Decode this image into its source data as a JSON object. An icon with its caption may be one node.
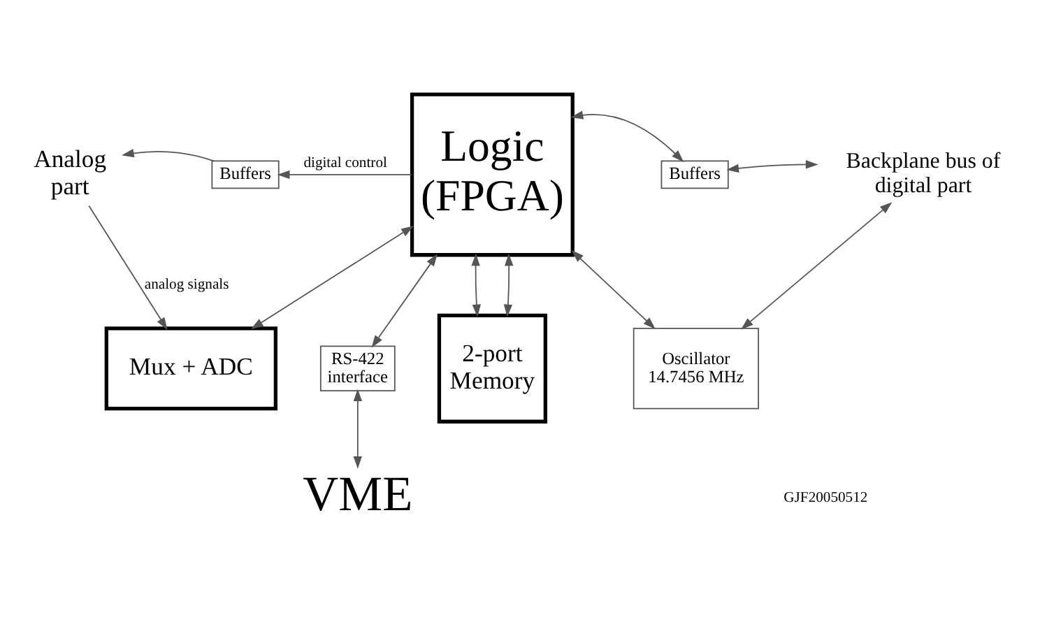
{
  "diagram": {
    "nodes": [
      {
        "text": [
          "Analog part"
        ]
      },
      {
        "text": [
          "Mux + ADC"
        ]
      },
      {
        "text": [
          "2-port Memory"
        ]
      },
      {
        "text": [
          "Oscillator 14.7456 MHz"
        ]
      },
      {
        "text": [
          "Logic (FPGA)"
        ]
      },
      {
        "text": [
          "Buffers"
        ]
      },
      {
        "text": [
          "Buffers"
        ]
      },
      {
        "text": [
          "Backplane bus of digital part"
        ]
      },
      {
        "text": [
          "RS-422 interface"
        ]
      },
      {
        "text": [
          "VME"
        ]
      }
    ],
    "edges": [
      {
        "from": 0,
        "to": 1,
        "arrow": "to",
        "label": "analog signals"
      },
      {
        "from": 1,
        "to": 4,
        "arrow": "both"
      },
      {
        "from": 2,
        "to": 4,
        "arrow": "both"
      },
      {
        "from": 2,
        "to": 4,
        "arrow": "both"
      },
      {
        "from": 3,
        "to": 4,
        "arrow": "both"
      },
      {
        "from": 3,
        "to": 7,
        "arrow": "both"
      },
      {
        "from": 4,
        "to": 5,
        "arrow": "to",
        "label": "digital control"
      },
      {
        "from": 5,
        "to": 0,
        "arrow": "to"
      },
      {
        "from": 4,
        "to": 6,
        "arrow": "both"
      },
      {
        "from": 6,
        "to": 7,
        "arrow": "both"
      },
      {
        "from": 4,
        "to": 8,
        "arrow": "both"
      },
      {
        "from": 8,
        "to": 9,
        "arrow": "both"
      }
    ],
    "labels": [
      "GJF20050512"
    ]
  }
}
